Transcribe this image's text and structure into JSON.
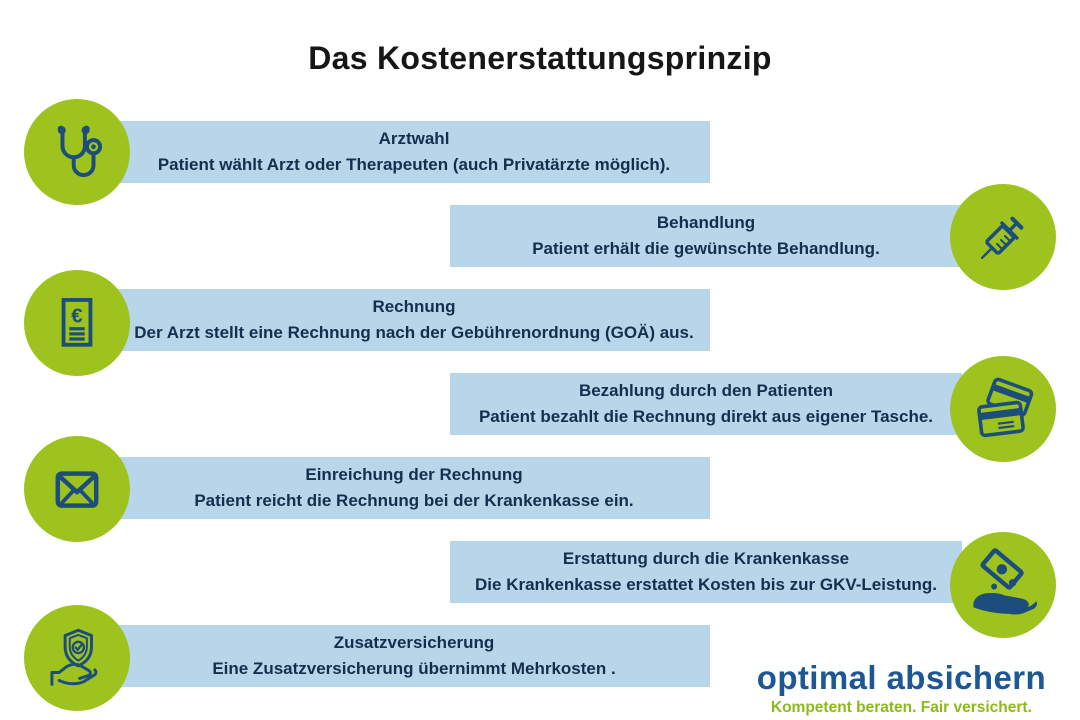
{
  "title": "Das Kostenerstattungsprinzip",
  "colors": {
    "circle_green": "#9fc31e",
    "icon_navy": "#1c4d7d",
    "bar_blue": "#b8d6ea",
    "bar_text": "#152e4d",
    "logo_blue": "#1d5796",
    "logo_green": "#8bbb1a"
  },
  "steps": [
    {
      "icon": "stethoscope-icon",
      "side": "left",
      "heading": "Arztwahl",
      "body": "Patient wählt Arzt oder Therapeuten (auch Privatärzte möglich)."
    },
    {
      "icon": "syringe-icon",
      "side": "right",
      "heading": "Behandlung",
      "body": "Patient erhält die gewünschte Behandlung."
    },
    {
      "icon": "invoice-euro-icon",
      "side": "left",
      "heading": "Rechnung",
      "body": "Der Arzt stellt eine Rechnung nach der Gebührenordnung (GOÄ) aus."
    },
    {
      "icon": "credit-cards-icon",
      "side": "right",
      "heading": "Bezahlung durch den Patienten",
      "body": "Patient bezahlt die Rechnung direkt aus eigener Tasche."
    },
    {
      "icon": "envelope-icon",
      "side": "left",
      "heading": "Einreichung der Rechnung",
      "body": "Patient reicht die Rechnung bei der Krankenkasse ein."
    },
    {
      "icon": "hand-receiving-money-icon",
      "side": "right",
      "heading": "Erstattung durch die Krankenkasse",
      "body": "Die Krankenkasse erstattet Kosten bis zur GKV-Leistung."
    },
    {
      "icon": "shield-check-hand-icon",
      "side": "left",
      "heading": "Zusatzversicherung",
      "body": "Eine Zusatzversicherung übernimmt Mehrkosten ."
    }
  ],
  "logo": {
    "brand": "optimal absichern",
    "tagline": "Kompetent beraten. Fair versichert."
  }
}
